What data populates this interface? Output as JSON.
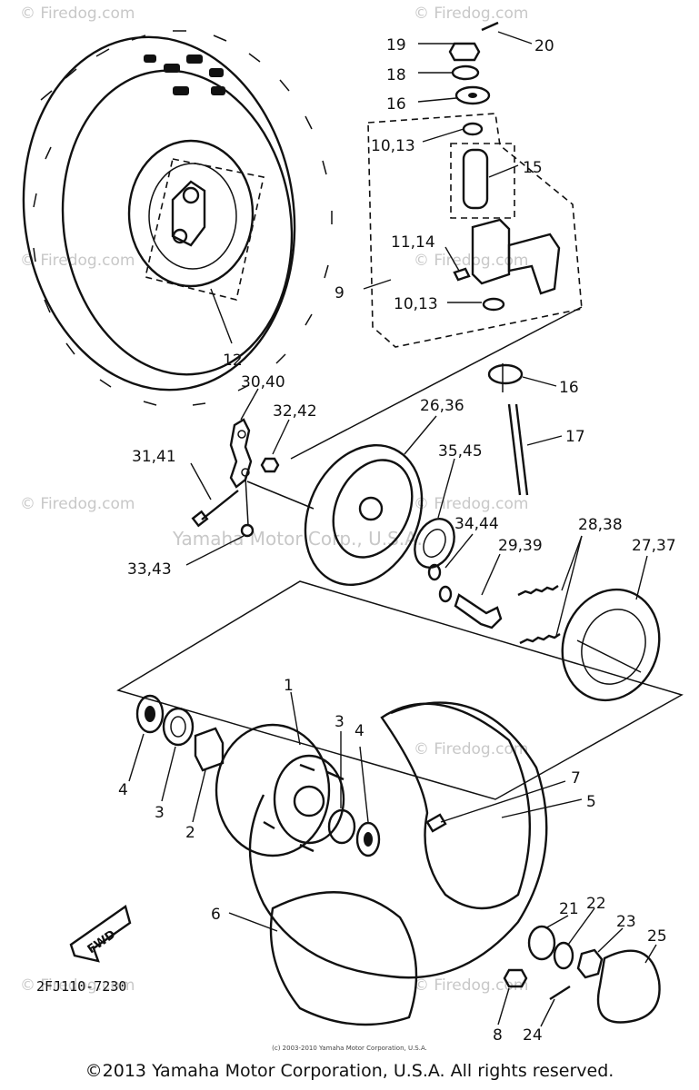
{
  "callouts": [
    {
      "id": "c1",
      "text": "1"
    },
    {
      "id": "c2",
      "text": "2"
    },
    {
      "id": "c3a",
      "text": "3"
    },
    {
      "id": "c3b",
      "text": "3"
    },
    {
      "id": "c4a",
      "text": "4"
    },
    {
      "id": "c4b",
      "text": "4"
    },
    {
      "id": "c5",
      "text": "5"
    },
    {
      "id": "c6",
      "text": "6"
    },
    {
      "id": "c7",
      "text": "7"
    },
    {
      "id": "c8",
      "text": "8"
    },
    {
      "id": "c9",
      "text": "9"
    },
    {
      "id": "c10a",
      "text": "10,13"
    },
    {
      "id": "c10b",
      "text": "10,13"
    },
    {
      "id": "c11",
      "text": "11,14"
    },
    {
      "id": "c12",
      "text": "12"
    },
    {
      "id": "c15",
      "text": "15"
    },
    {
      "id": "c16a",
      "text": "16"
    },
    {
      "id": "c16b",
      "text": "16"
    },
    {
      "id": "c17",
      "text": "17"
    },
    {
      "id": "c18",
      "text": "18"
    },
    {
      "id": "c19",
      "text": "19"
    },
    {
      "id": "c20",
      "text": "20"
    },
    {
      "id": "c21",
      "text": "21"
    },
    {
      "id": "c22",
      "text": "22"
    },
    {
      "id": "c23",
      "text": "23"
    },
    {
      "id": "c24",
      "text": "24"
    },
    {
      "id": "c25",
      "text": "25"
    },
    {
      "id": "c26",
      "text": "26,36"
    },
    {
      "id": "c27",
      "text": "27,37"
    },
    {
      "id": "c28",
      "text": "28,38"
    },
    {
      "id": "c29",
      "text": "29,39"
    },
    {
      "id": "c30",
      "text": "30,40"
    },
    {
      "id": "c31",
      "text": "31,41"
    },
    {
      "id": "c32",
      "text": "32,42"
    },
    {
      "id": "c33",
      "text": "33,43"
    },
    {
      "id": "c34",
      "text": "34,44"
    },
    {
      "id": "c35",
      "text": "35,45"
    }
  ],
  "fwd_badge": "FWD",
  "part_code": "2FJ110-7230",
  "watermarks": {
    "firedog": "© Firedog.com",
    "yamaha": "Yamaha Motor Corp., U.S.A."
  },
  "small_note": "(c) 2003-2010 Yamaha Motor Corporation, U.S.A.",
  "copyright": "©2013 Yamaha Motor Corporation, U.S.A. All rights reserved."
}
